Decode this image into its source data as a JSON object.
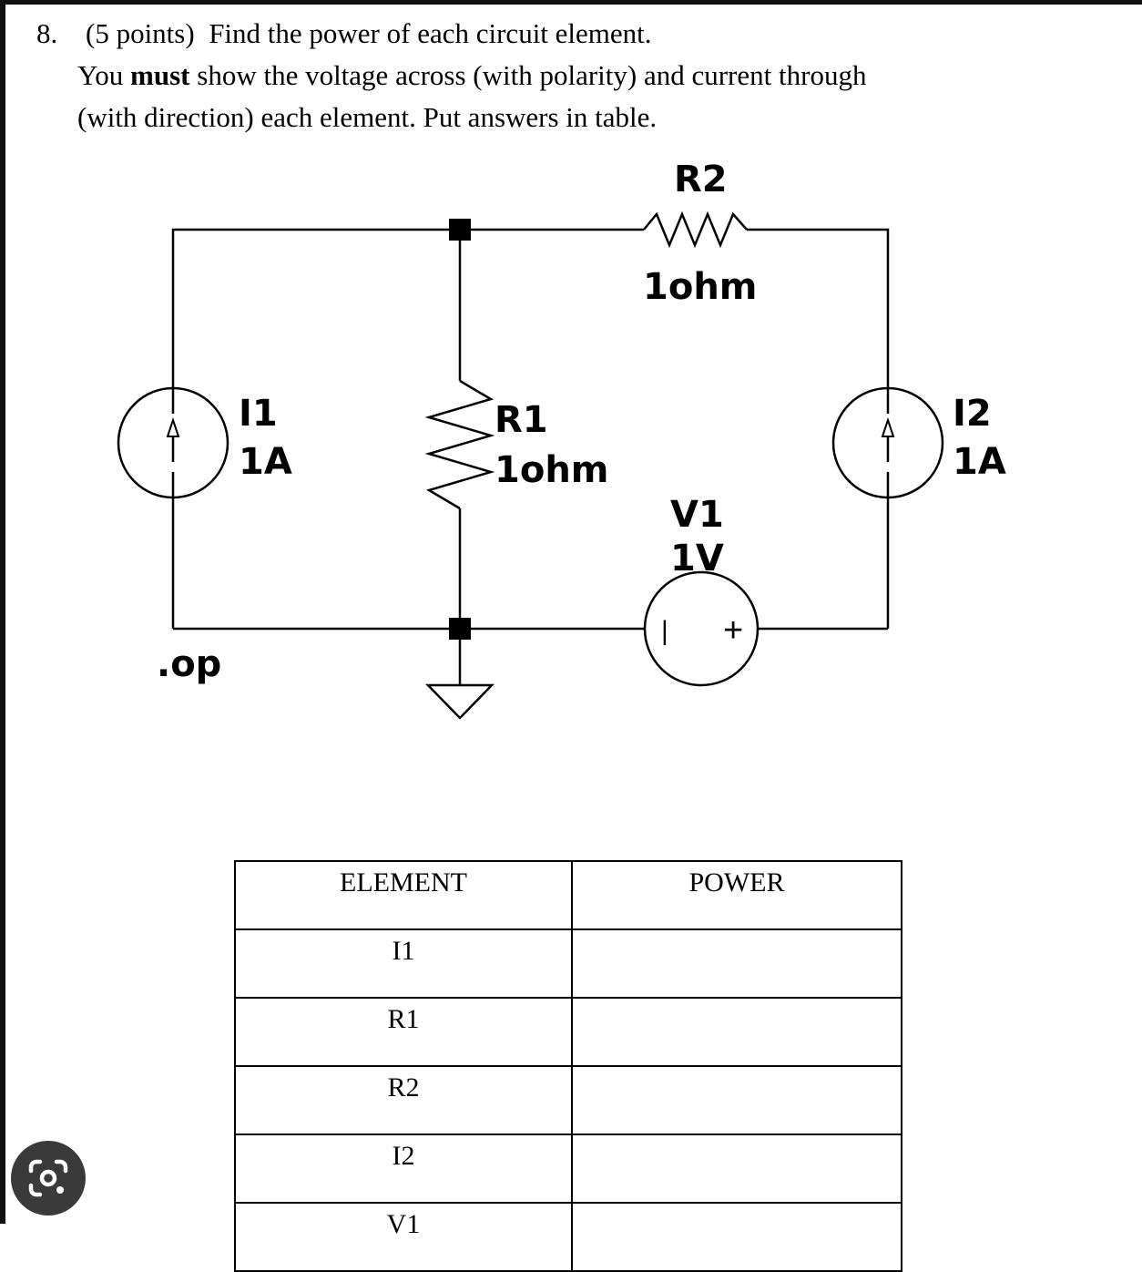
{
  "question": {
    "number": "8.",
    "points": "(5 points)",
    "prompt": "Find the power of each circuit element.",
    "line2_pre": "You ",
    "line2_bold": "must",
    "line2_post": " show the voltage across (with polarity) and current through",
    "line3": "(with direction) each element. Put answers in table."
  },
  "circuit": {
    "r2_name": "R2",
    "r2_value": "1ohm",
    "r1_name": "R1",
    "r1_value": "1ohm",
    "i1_name": "I1",
    "i1_value": "1A",
    "i2_name": "I2",
    "i2_value": "1A",
    "v1_name": "V1",
    "v1_value": "1V",
    "v1_minus": "|",
    "v1_plus": "+",
    "directive": ".op"
  },
  "table": {
    "headers": [
      "ELEMENT",
      "POWER"
    ],
    "rows": [
      {
        "element": "I1",
        "power": ""
      },
      {
        "element": "R1",
        "power": ""
      },
      {
        "element": "R2",
        "power": ""
      },
      {
        "element": "I2",
        "power": ""
      },
      {
        "element": "V1",
        "power": ""
      }
    ]
  },
  "icons": {
    "lens": "google-lens-icon"
  }
}
